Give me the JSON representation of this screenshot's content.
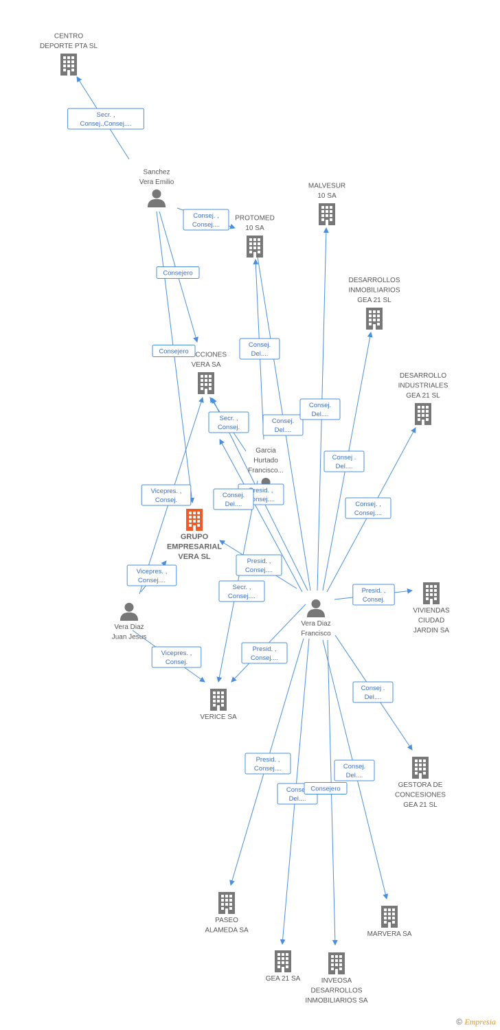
{
  "colors": {
    "edge": "#4a8fdb",
    "node": "#777777",
    "main_node": "#f05a28"
  },
  "nodes": [
    {
      "id": "centro_deporte",
      "type": "company",
      "icon": "building-icon",
      "label": [
        "CENTRO",
        "DEPORTE PTA SL"
      ]
    },
    {
      "id": "sanchez_vera",
      "type": "person",
      "icon": "person-icon",
      "label": [
        "Sanchez",
        "Vera Emilio"
      ]
    },
    {
      "id": "protomed",
      "type": "company",
      "icon": "building-icon",
      "label": [
        "PROTOMED",
        "10 SA"
      ]
    },
    {
      "id": "malvesur",
      "type": "company",
      "icon": "building-icon",
      "label": [
        "MALVESUR",
        "10 SA"
      ]
    },
    {
      "id": "desarrollos_inmob_gea",
      "type": "company",
      "icon": "building-icon",
      "label": [
        "DESARROLLOS",
        "INMOBILIARIOS",
        "GEA 21 SL"
      ]
    },
    {
      "id": "desarrollo_ind_gea",
      "type": "company",
      "icon": "building-icon",
      "label": [
        "DESARROLLO",
        "INDUSTRIALES",
        "GEA 21 SL"
      ]
    },
    {
      "id": "construcciones_vera",
      "type": "company",
      "icon": "building-icon",
      "label": [
        "RUCCIONES",
        "VERA SA"
      ]
    },
    {
      "id": "garcia_hurtado",
      "type": "person",
      "icon": "person-icon",
      "label": [
        "Garcia",
        "Hurtado",
        "Francisco..."
      ]
    },
    {
      "id": "grupo_vera",
      "type": "company",
      "icon": "building-icon",
      "main": true,
      "label": [
        "GRUPO",
        "EMPRESARIAL",
        "VERA SL"
      ]
    },
    {
      "id": "vera_juan",
      "type": "person",
      "icon": "person-icon",
      "label": [
        "Vera Diaz",
        "Juan Jesus"
      ]
    },
    {
      "id": "vera_francisco",
      "type": "person",
      "icon": "person-icon",
      "label": [
        "Vera Diaz",
        "Francisco"
      ]
    },
    {
      "id": "viviendas",
      "type": "company",
      "icon": "building-icon",
      "label": [
        "VIVIENDAS",
        "CIUDAD",
        "JARDIN SA"
      ]
    },
    {
      "id": "verice",
      "type": "company",
      "icon": "building-icon",
      "label": [
        "VERICE SA"
      ]
    },
    {
      "id": "gestora",
      "type": "company",
      "icon": "building-icon",
      "label": [
        "GESTORA DE",
        "CONCESIONES",
        "GEA 21 SL"
      ]
    },
    {
      "id": "paseo_alameda",
      "type": "company",
      "icon": "building-icon",
      "label": [
        "PASEO",
        "ALAMEDA SA"
      ]
    },
    {
      "id": "gea21",
      "type": "company",
      "icon": "building-icon",
      "label": [
        "GEA 21 SA"
      ]
    },
    {
      "id": "inveosa",
      "type": "company",
      "icon": "building-icon",
      "label": [
        "INVEOSA",
        "DESARROLLOS",
        "INMOBILIARIOS SA"
      ]
    },
    {
      "id": "marvera",
      "type": "company",
      "icon": "building-icon",
      "label": [
        "MARVERA SA"
      ]
    }
  ],
  "edges": [
    {
      "from": "sanchez_vera",
      "to": "centro_deporte",
      "role": [
        "Secr. ,",
        "Consej.,Consej...."
      ]
    },
    {
      "from": "sanchez_vera",
      "to": "protomed",
      "role": [
        "Consej. ,",
        "Consej...."
      ]
    },
    {
      "from": "sanchez_vera",
      "to": "construcciones_vera",
      "role": [
        "Consejero"
      ]
    },
    {
      "from": "sanchez_vera",
      "to": "grupo_vera",
      "role": [
        "Consejero"
      ]
    },
    {
      "from": "garcia_hurtado",
      "to": "protomed",
      "role": [
        "Consej.",
        "Del...."
      ]
    },
    {
      "from": "garcia_hurtado",
      "to": "construcciones_vera",
      "role": [
        "Secr. ,",
        "Consej."
      ]
    },
    {
      "from": "garcia_hurtado",
      "to": "verice",
      "role": [
        "Secr. ,",
        "Consej...."
      ]
    },
    {
      "from": "vera_juan",
      "to": "construcciones_vera",
      "role": [
        "Vicepres. ,",
        "Consej."
      ]
    },
    {
      "from": "vera_juan",
      "to": "grupo_vera",
      "role": [
        "Vicepres. ,",
        "Consej...."
      ]
    },
    {
      "from": "vera_juan",
      "to": "verice",
      "role": [
        "Vicepres. ,",
        "Consej."
      ]
    },
    {
      "from": "vera_francisco",
      "to": "protomed",
      "role": [
        "Consej.",
        "Del...."
      ]
    },
    {
      "from": "vera_francisco",
      "to": "malvesur",
      "role": [
        "Consej.",
        "Del...."
      ]
    },
    {
      "from": "vera_francisco",
      "to": "desarrollos_inmob_gea",
      "role": [
        "Consej .",
        "Del...."
      ]
    },
    {
      "from": "vera_francisco",
      "to": "desarrollo_ind_gea",
      "role": [
        "Consej. ,",
        "Consej...."
      ]
    },
    {
      "from": "vera_francisco",
      "to": "construcciones_vera",
      "role": [
        "Presid. ,",
        "Consej...."
      ]
    },
    {
      "from": "vera_francisco",
      "to": "construcciones_vera",
      "role": [
        "Consej.",
        "Del...."
      ]
    },
    {
      "from": "vera_francisco",
      "to": "grupo_vera",
      "role": [
        "Presid. ,",
        "Consej...."
      ]
    },
    {
      "from": "vera_francisco",
      "to": "viviendas",
      "role": [
        "Presid. ,",
        "Consej."
      ]
    },
    {
      "from": "vera_francisco",
      "to": "verice",
      "role": [
        "Presid. ,",
        "Consej...."
      ]
    },
    {
      "from": "vera_francisco",
      "to": "gestora",
      "role": [
        "Consej .",
        "Del...."
      ]
    },
    {
      "from": "vera_francisco",
      "to": "paseo_alameda",
      "role": [
        "Presid. ,",
        "Consej...."
      ]
    },
    {
      "from": "vera_francisco",
      "to": "gea21",
      "role": [
        "Consej.",
        "Del...."
      ]
    },
    {
      "from": "vera_francisco",
      "to": "inveosa",
      "role": [
        "Consejero"
      ]
    },
    {
      "from": "vera_francisco",
      "to": "marvera",
      "role": [
        "Consej.",
        "Del...."
      ]
    }
  ],
  "footer": {
    "copyright_symbol": "©",
    "brand": "Empresia"
  }
}
